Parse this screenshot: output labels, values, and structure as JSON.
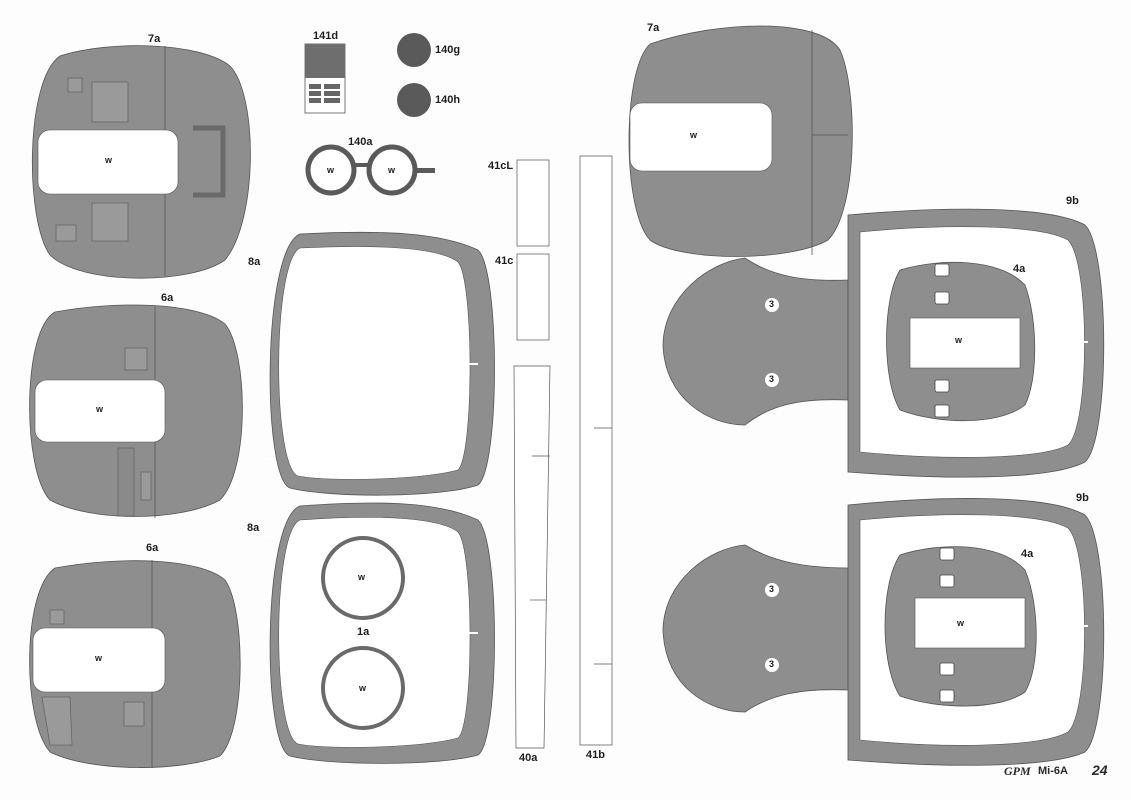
{
  "sheet": {
    "part_labels": {
      "p7a_left": "7a",
      "p141d": "141d",
      "p140g": "140g",
      "p140h": "140h",
      "p140a": "140a",
      "p41cL": "41cL",
      "p41c": "41c",
      "p8a_top": "8a",
      "p6a_mid": "6a",
      "p6a_bottom": "6a",
      "p8a_bottom": "8a",
      "p1a": "1a",
      "p40a": "40a",
      "p41b": "41b",
      "p7a_right": "7a",
      "p9b_top": "9b",
      "p4a_top": "4a",
      "p9b_bottom": "9b",
      "p4a_bottom": "4a"
    },
    "window_mark": "w",
    "small_mark": "3",
    "footer": {
      "brand": "GPM",
      "model": "Mi-6A",
      "page": "24"
    }
  },
  "colors": {
    "part_fill": "#8e8e8e",
    "dark_fill": "#5a5a5a",
    "line": "#4a4a4a",
    "paper": "#fdfdfd"
  }
}
